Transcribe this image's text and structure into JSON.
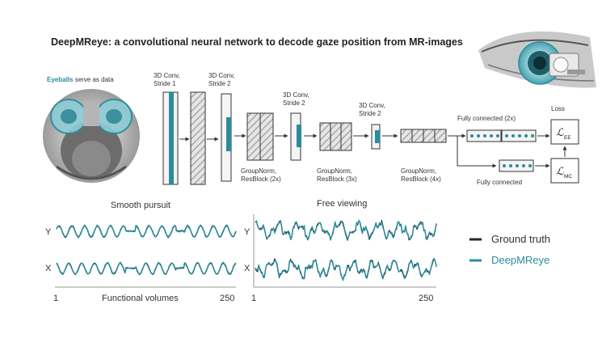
{
  "title": {
    "bold": "DeepMReye:",
    "rest": " a convolutional neural network to decode gaze position from MR-images"
  },
  "eyeballs_label": {
    "highlight": "Eyeballs",
    "rest": " serve as data"
  },
  "network": {
    "conv1": [
      "3D Conv,",
      "Stride 1"
    ],
    "conv2": [
      "3D Conv,",
      "Stride 2"
    ],
    "conv3": [
      "3D Conv,",
      "Stride 2"
    ],
    "conv4": [
      "3D Conv,",
      "Stride 2"
    ],
    "resblock1": [
      "GroupNorm,",
      "ResBlock (2x)"
    ],
    "resblock2": [
      "GroupNorm,",
      "ResBlock (3x)"
    ],
    "resblock3": [
      "GroupNorm,",
      "ResBlock (4x)"
    ],
    "fc_top": "Fully connected (2x)",
    "fc_bottom": "Fully connected",
    "loss": "Loss",
    "loss_ee": {
      "symbol": "ℒ",
      "sub": "EE"
    },
    "loss_mc": {
      "symbol": "ℒ",
      "sub": "MC"
    }
  },
  "plots": {
    "smooth_pursuit_title": "Smooth pursuit",
    "free_viewing_title": "Free viewing",
    "y_label": "Y",
    "x_label": "X",
    "left_axis_start": "1",
    "left_axis_end": "250",
    "left_axis_caption": "Functional volumes",
    "right_axis_start": "1",
    "right_axis_end": "250"
  },
  "legend": {
    "ground_truth": "Ground truth",
    "deepmreye": "DeepMReye"
  },
  "colors": {
    "teal": "#2a8c9c",
    "dark": "#1e2a2e",
    "grey": "#9a9a9a"
  }
}
